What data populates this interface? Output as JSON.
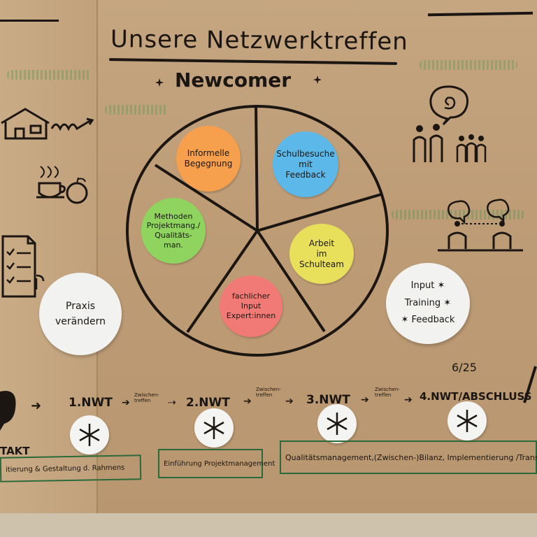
{
  "poster": {
    "title": "Unsere Netzwerktreffen",
    "subtitle": "Newcomer",
    "date_note": "6/25"
  },
  "wheel_items": [
    {
      "label": "Informelle\nBegegnung",
      "color": "#f6a04e"
    },
    {
      "label": "Schulbesuche\nmit\nFeedback",
      "color": "#5bb8e8"
    },
    {
      "label": "Methoden\nProjektmang./\nQualitäts-\nman.",
      "color": "#8fd45e"
    },
    {
      "label": "Arbeit\nim\nSchulteam",
      "color": "#e8e05a"
    },
    {
      "label": "fachlicher\nInput\nExpert:innen",
      "color": "#f27a76"
    }
  ],
  "side_circles": {
    "left": "Praxis\nverändern",
    "right": "Input ✶\nTraining ✶\n✶ Feedback"
  },
  "timeline": {
    "steps": [
      "1.NWT",
      "2.NWT",
      "3.NWT",
      "4.NWT/ABSCHLUSS"
    ],
    "between": [
      "Zwischen-\ntreffen",
      "Zwischen-\ntreffen",
      "Zwischen-\ntreffen"
    ],
    "start_label": "TAKT"
  },
  "boxes": [
    "itierung & Gestaltung d. Rahmens",
    "Einführung Projektmanagement",
    "Qualitätsmanagement,(Zwischen-)Bilanz, Implementierung /Transfer"
  ]
}
